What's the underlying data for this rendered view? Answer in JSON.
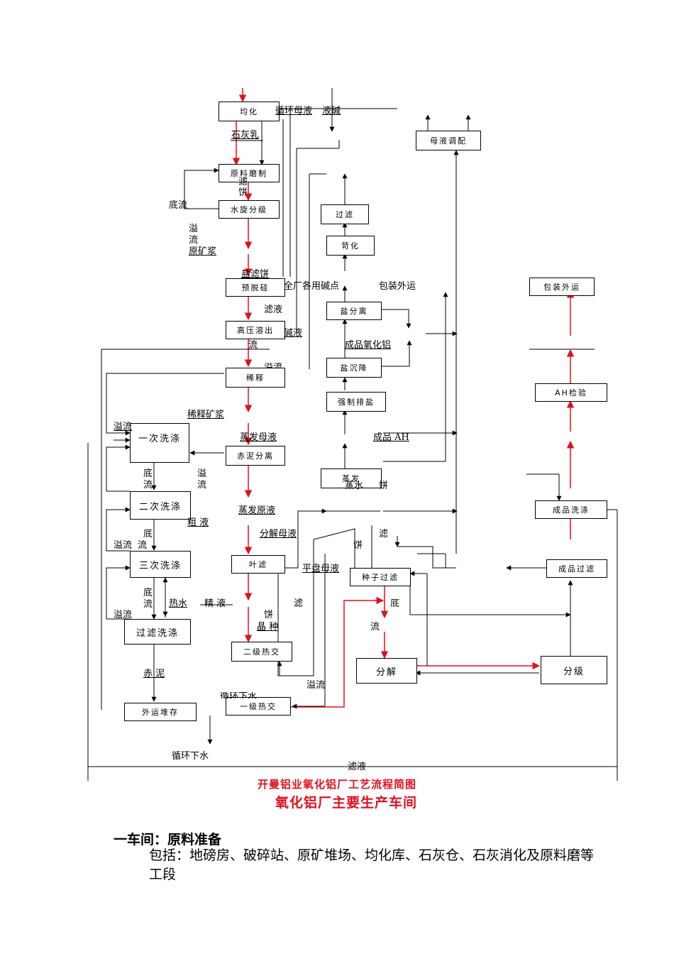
{
  "boxes": {
    "junhua": "均化",
    "muyetiaopei": "母液调配",
    "yuanliaomozhi": "原料磨制",
    "shuixuanfenji": "水旋分级",
    "guolv_top": "过滤",
    "kehua": "苛化",
    "yutuogui": "预脱硅",
    "baozhuangwaiyun": "包装外运",
    "yanfenli": "盐分离",
    "gaoyarongchu": "高压溶出",
    "yanchenjiang": "盐沉降",
    "xishi": "稀释",
    "ah_jianyan": "AH检验",
    "qiangzhipaiyan": "强制排盐",
    "yicixidi": "一次洗涤",
    "chiniyfenli": "赤泥分离",
    "zhengfa": "蒸发",
    "ercixidi": "二次洗涤",
    "chengpinxidi": "成品洗涤",
    "yelv": "叶滤",
    "sancixidi": "三次洗涤",
    "zhongziguolv": "种子过滤",
    "chengpinguolv": "成品过滤",
    "guolvxidi": "过滤洗涤",
    "erjirejiao": "二级热交",
    "fenjie": "分解",
    "fenji": "分级",
    "waiyundui": "外运堆存",
    "yijirejiao": "一级热交"
  },
  "labels": {
    "xunhuanmuye": "循环母液",
    "yejian": "液碱",
    "shihuiru": "石灰乳",
    "lv": "滤",
    "bing": "饼",
    "diliu": "底流",
    "yi": "溢",
    "liu": "流",
    "yuankuangjiang": "原矿浆",
    "yanlvbing": "盐滤饼",
    "quanchang": "全厂各用碱点",
    "lvye": "滤液",
    "jianye": "碱液",
    "chengpinyanghualv": "成品氧化铝",
    "yiliu": "溢流",
    "xishikuangjiang": "稀释矿浆",
    "zhengfamuye": "蒸发母液",
    "chengpinah": "成品 AH",
    "zhengshui": "蒸水",
    "zhengfayuanye": "蒸发原液",
    "cuye": "粗 液",
    "fenjiemuye": "分解母液",
    "pingpanmuye": "平盘母液",
    "reshui": "热水",
    "jingye": "精 液",
    "jingzhong": "晶 种",
    "chini": "赤 泥",
    "xunhuanxiashui": "循环下水",
    "lvye_bottom": "滤液"
  },
  "titles": {
    "diagram_title": "开曼铝业氧化铝厂工艺流程简图",
    "main_title": "氧化铝厂主要生产车间"
  },
  "section": {
    "heading": "一车间：原料准备",
    "body": "包括：地磅房、破碎站、原矿堆场、均化库、石灰仓、石灰消化及原料磨等工段"
  },
  "colors": {
    "accent_red": "#e0101f",
    "line_black": "#000000"
  }
}
